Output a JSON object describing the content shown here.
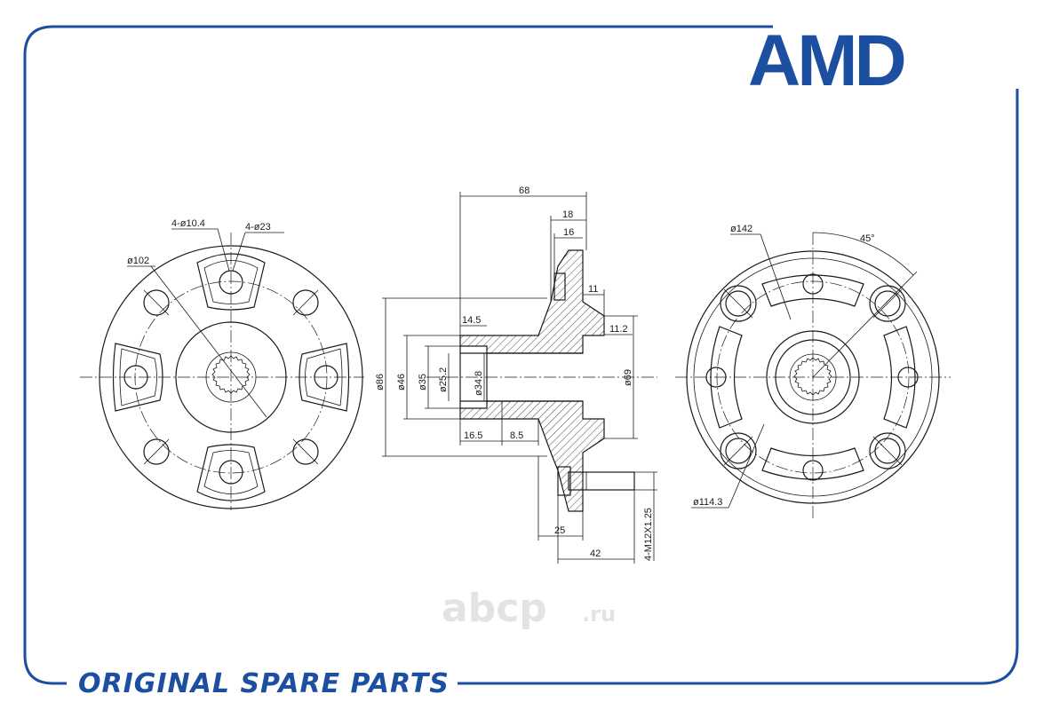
{
  "brand": {
    "logo_text": "AMD",
    "color": "#1d4fa0"
  },
  "footer": {
    "text": "ORIGINAL SPARE PARTS"
  },
  "watermark": {
    "text": "abcp",
    "suffix": ".ru"
  },
  "left_view": {
    "labels": {
      "bolt_hole": "4-ø10.4",
      "stud_boss": "4-ø23",
      "pcd": "ø102"
    }
  },
  "section_view": {
    "labels": {
      "overall_length": "68",
      "flange_18": "18",
      "flange_16": "16",
      "dim_11": "11",
      "dim_11_2": "11.2",
      "dim_14_5": "14.5",
      "dia_86": "ø86",
      "dia_46": "ø46",
      "dia_35": "ø35",
      "dia_25_2": "ø25.2",
      "dia_34_8": "ø34.8",
      "dia_69": "ø69",
      "dim_16_5": "16.5",
      "dim_8_5": "8.5",
      "dim_25": "25",
      "dim_42": "42",
      "stud_thread": "4-M12X1.25"
    }
  },
  "right_view": {
    "labels": {
      "outer_dia": "ø142",
      "angle": "45°",
      "stud_pcd": "ø114.3"
    }
  }
}
